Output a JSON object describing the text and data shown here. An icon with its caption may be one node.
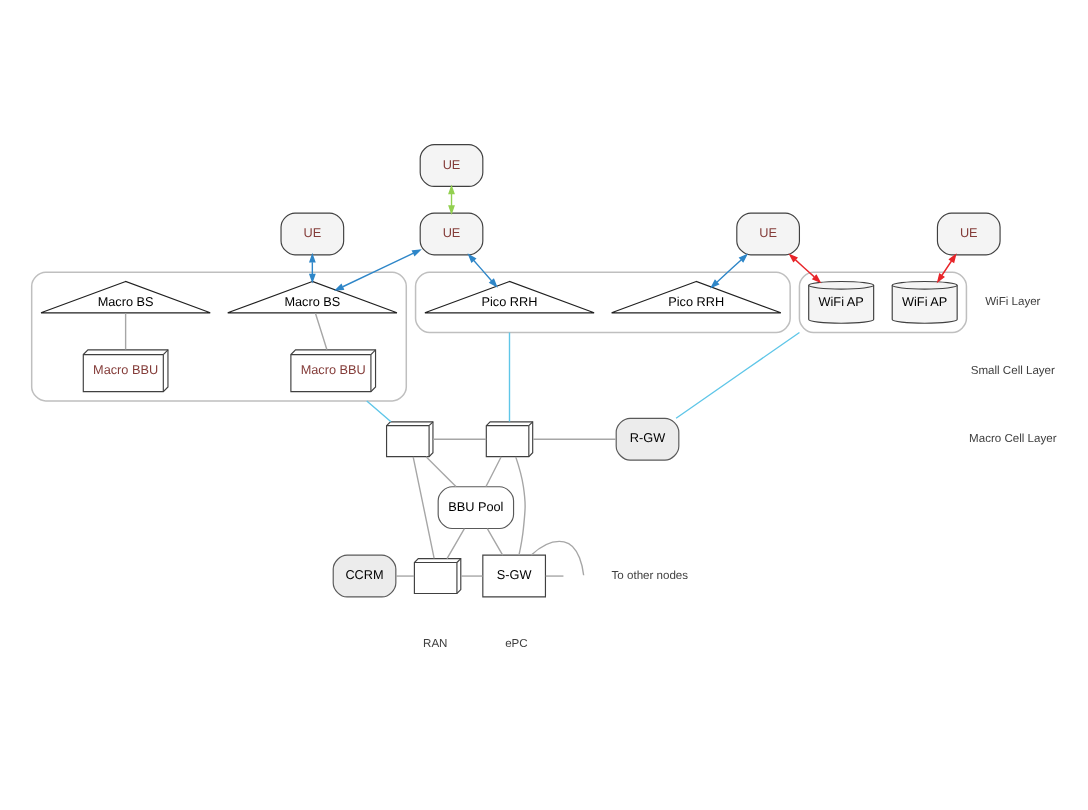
{
  "diagram": {
    "nodes": [
      {
        "text": [
          "UE"
        ]
      },
      {
        "text": [
          "UE"
        ]
      },
      {
        "text": [
          "UE"
        ]
      },
      {
        "text": [
          "UE"
        ]
      },
      {
        "text": [],
        "shape": "cloud"
      },
      {
        "text": [
          "WiFi AP"
        ],
        "in": 4
      },
      {
        "text": [
          "WiFi AP"
        ],
        "in": 4
      },
      {
        "text": [
          "UE"
        ]
      },
      {
        "text": [],
        "shape": "cloud"
      },
      {
        "text": [
          "Pico RRH"
        ],
        "in": 8
      },
      {
        "text": [
          "Pico RRH"
        ],
        "in": 8
      },
      {
        "text": [],
        "shape": "cloud"
      },
      {
        "text": [
          "Macro BBU"
        ],
        "in": 11
      },
      {
        "text": [
          "Macro BS"
        ],
        "in": 11
      },
      {
        "text": [
          "Macro BBU"
        ],
        "in": 11
      },
      {
        "text": [
          "Macro BS"
        ],
        "in": 11
      },
      {
        "text": [],
        "shape": "picture"
      },
      {
        "text": [],
        "shape": "picture"
      },
      {
        "text": [
          "R-GW"
        ]
      },
      {
        "text": [
          "BBU Pool"
        ]
      },
      {
        "text": [
          "S-GW"
        ]
      },
      {
        "text": [
          "CCRM"
        ]
      },
      {
        "text": [],
        "shape": "picture"
      }
    ],
    "edges": [
      {
        "from": 0,
        "to": 3,
        "arrow": "both",
        "color": "#92d050"
      },
      {
        "from": 3,
        "to": 9,
        "arrow": "both",
        "color": "#2e86c8"
      },
      {
        "from": 3,
        "to": 13,
        "arrow": "both",
        "color": "#2e86c8"
      },
      {
        "from": 7,
        "to": 13,
        "arrow": "both",
        "color": "#2e86c8"
      },
      {
        "from": 1,
        "to": 10,
        "arrow": "both",
        "color": "#2e86c8"
      },
      {
        "from": 1,
        "to": 5,
        "arrow": "both",
        "color": "#e8252a"
      },
      {
        "from": 2,
        "to": 6,
        "arrow": "both",
        "color": "#e8252a"
      },
      {
        "from": 13,
        "to": 12,
        "arrow": "none"
      },
      {
        "from": 15,
        "to": 14,
        "arrow": "none"
      },
      {
        "from": 11,
        "to": 16,
        "arrow": "none",
        "color": "#5fc6e8"
      },
      {
        "from": 8,
        "to": 17,
        "arrow": "none",
        "color": "#5fc6e8"
      },
      {
        "from": 4,
        "to": 18,
        "arrow": "none",
        "color": "#5fc6e8"
      },
      {
        "from": 16,
        "to": 17,
        "arrow": "none"
      },
      {
        "from": 17,
        "to": 18,
        "arrow": "none"
      },
      {
        "from": 16,
        "to": 22,
        "arrow": "none"
      },
      {
        "from": 16,
        "to": 19,
        "arrow": "none"
      },
      {
        "from": 17,
        "to": 19,
        "arrow": "none"
      },
      {
        "from": 19,
        "to": 22,
        "arrow": "none"
      },
      {
        "from": 19,
        "to": 20,
        "arrow": "none"
      },
      {
        "from": 17,
        "to": 20,
        "arrow": "none"
      },
      {
        "from": 22,
        "to": 20,
        "arrow": "none"
      },
      {
        "from": 21,
        "to": 22,
        "arrow": "none"
      },
      {
        "from": 20,
        "to": null,
        "arrow": "none"
      },
      {
        "from": 20,
        "to": null,
        "arrow": "none"
      }
    ],
    "labels": [
      "WiFi Layer",
      "Small Cell Layer",
      "Macro Cell Layer",
      "To other nodes",
      "RAN",
      "ePC"
    ]
  }
}
